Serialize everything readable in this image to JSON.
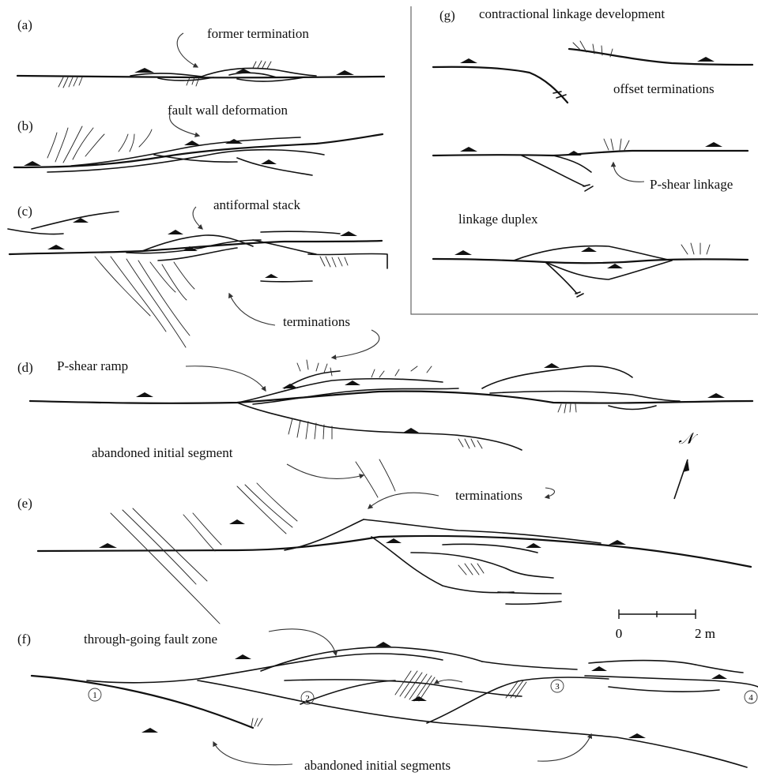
{
  "panels": {
    "a": {
      "letter": "(a)",
      "annotation": "former termination"
    },
    "b": {
      "letter": "(b)",
      "annotation": "fault wall deformation"
    },
    "c": {
      "letter": "(c)",
      "annotation": "antiformal stack"
    },
    "d": {
      "letter": "(d)",
      "annotation_ramp": "P-shear ramp",
      "annotation_segment": "abandoned initial segment"
    },
    "e": {
      "letter": "(e)",
      "annotation": "terminations"
    },
    "f": {
      "letter": "(f)",
      "annotation_zone": "through-going fault zone",
      "annotation_segments": "abandoned initial segments",
      "circled_numbers": [
        "1",
        "2",
        "3",
        "4"
      ]
    },
    "g": {
      "letter": "(g)",
      "title": "contractional linkage development",
      "step1": "offset terminations",
      "step2": "P-shear linkage",
      "step3": "linkage duplex"
    }
  },
  "shared_label_terminations": "terminations",
  "north_arrow": {
    "label": "𝒩",
    "icon": "north-arrow-icon"
  },
  "scale_bar": {
    "start": "0",
    "end": "2 m"
  },
  "colors": {
    "ink": "#111111",
    "background": "#ffffff"
  }
}
